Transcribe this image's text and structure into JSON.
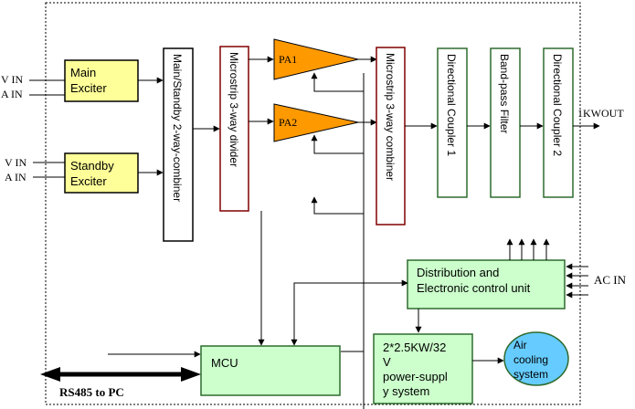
{
  "labels": {
    "main_exciter": [
      "Main",
      "Exciter"
    ],
    "standby_exciter": [
      "Standby",
      "Exciter"
    ],
    "vin_top": "V IN",
    "ain_top": "A IN",
    "vin_bottom": "V IN",
    "ain_bottom": "A IN",
    "combiner_2way": "Main/Standby 2-way-combiner",
    "divider": "Microstrip 3-way divider",
    "pa1": "PA1",
    "pa2": "PA2",
    "combiner_3way": "Microstrip 3-way combiner",
    "dir_coupler_1": "Directional Coupler 1",
    "bandpass": "Band-pass Filter",
    "dir_coupler_2": "Directional Coupler 2",
    "output": "1KWOUT",
    "distribution": [
      "Distribution and",
      "Electronic control unit"
    ],
    "ac_in": "AC IN",
    "power_supply": [
      "2*2.5KW/32",
      "V",
      "power-suppl",
      "y system"
    ],
    "air_cooling": [
      "Air",
      "cooling",
      "system"
    ],
    "mcu": "MCU",
    "rs485": "RS485 to PC"
  },
  "colors": {
    "exciter_fill": "#ffff99",
    "pa_fill": "#ff9900",
    "green_border": "#2e6b2e",
    "green_fill": "#ccffcc",
    "maroon_border": "#800000",
    "cooling_fill": "#66ccff"
  }
}
